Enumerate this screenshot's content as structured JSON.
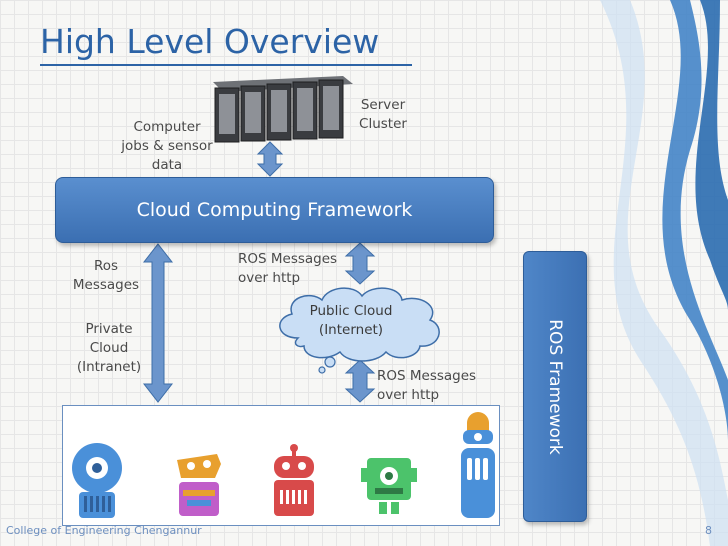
{
  "title": "High Level Overview",
  "server_cluster_label": [
    "Server",
    "Cluster"
  ],
  "computer_jobs_label": [
    "Computer",
    "jobs & sensor",
    "data"
  ],
  "cloud_framework_label": "Cloud Computing Framework",
  "ros_messages_left_label": [
    "Ros",
    "Messages"
  ],
  "ros_messages_http_top": [
    "ROS Messages",
    "over http"
  ],
  "public_cloud_label": [
    "Public Cloud",
    "(Internet)"
  ],
  "private_cloud_label": [
    "Private",
    "Cloud",
    "(Intranet)"
  ],
  "ros_messages_http_bottom": [
    "ROS Messages",
    "over http"
  ],
  "ros_framework_label": "ROS Framework",
  "footer": "College of Engineering Chengannur",
  "page_number": "8",
  "colors": {
    "accent": "#2c63a6",
    "box": "#4a7fc1",
    "arrow": "#6b95cc"
  },
  "icons": [
    "server-cluster-icon",
    "robot-icon"
  ]
}
